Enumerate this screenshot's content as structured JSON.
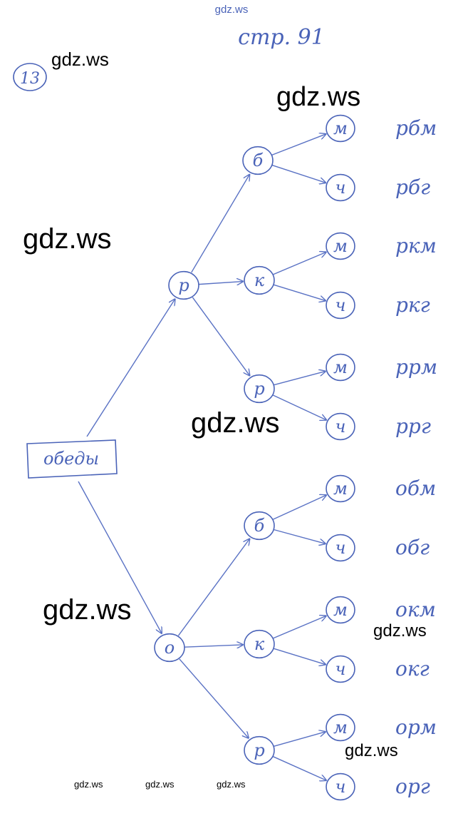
{
  "header": {
    "site_top": "gdz.ws",
    "page_label": "стр. 91",
    "task_number": "13"
  },
  "watermarks": [
    "gdz.ws",
    "gdz.ws",
    "gdz.ws",
    "gdz.ws",
    "gdz.ws",
    "gdz.ws",
    "gdz.ws",
    "gdz.ws",
    "gdz.ws",
    "gdz.ws"
  ],
  "tree": {
    "root": "обеды",
    "level1": [
      "р",
      "о"
    ],
    "level2": [
      "б",
      "к",
      "р",
      "б",
      "к",
      "р"
    ],
    "level3": [
      "м",
      "ч",
      "м",
      "ч",
      "м",
      "ч",
      "м",
      "ч",
      "м",
      "ч",
      "м",
      "ч"
    ],
    "outcomes": [
      "рбм",
      "рбг",
      "ркм",
      "ркг",
      "ррм",
      "ррг",
      "обм",
      "обг",
      "окм",
      "окг",
      "орм",
      "орг"
    ]
  },
  "colors": {
    "ink": "#4a63b8",
    "watermark": "#000000"
  }
}
